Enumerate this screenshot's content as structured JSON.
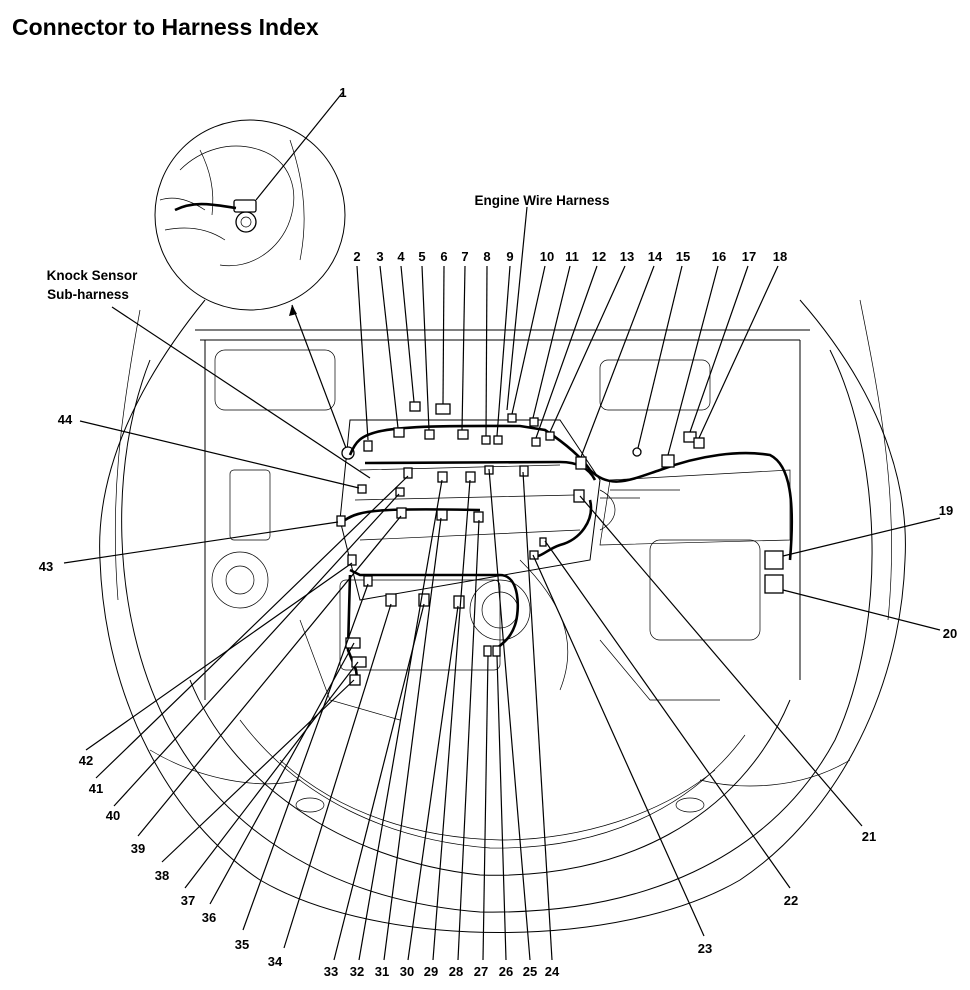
{
  "title": "Connector to Harness Index",
  "harness_labels": {
    "engine_wire_harness": "Engine Wire Harness",
    "knock_sensor_line1": "Knock Sensor",
    "knock_sensor_line2": "Sub-harness"
  },
  "callouts": [
    "1",
    "2",
    "3",
    "4",
    "5",
    "6",
    "7",
    "8",
    "9",
    "10",
    "11",
    "12",
    "13",
    "14",
    "15",
    "16",
    "17",
    "18",
    "19",
    "20",
    "21",
    "22",
    "23",
    "24",
    "25",
    "26",
    "27",
    "28",
    "29",
    "30",
    "31",
    "32",
    "33",
    "34",
    "35",
    "36",
    "37",
    "38",
    "39",
    "40",
    "41",
    "42",
    "43",
    "44"
  ]
}
